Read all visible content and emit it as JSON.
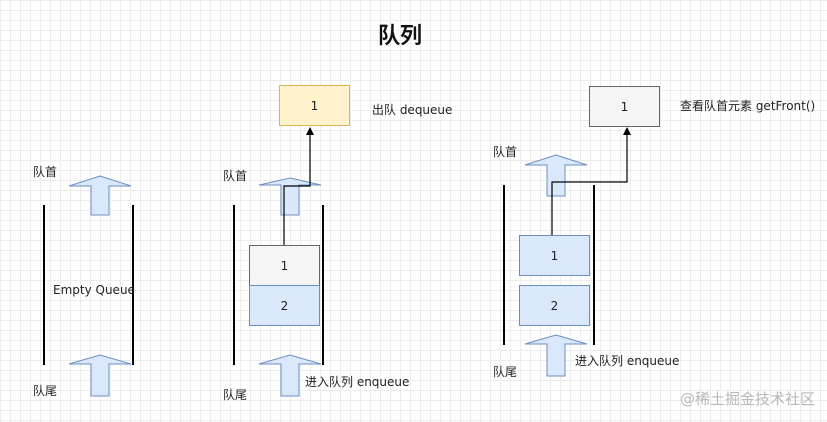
{
  "title": "队列",
  "panels": {
    "empty": {
      "head_label": "队首",
      "tail_label": "队尾",
      "center_text": "Empty Queue"
    },
    "dequeue": {
      "head_label": "队首",
      "tail_label": "队尾",
      "out_item": "1",
      "out_label": "出队 dequeue",
      "items": [
        "1",
        "2"
      ],
      "in_label": "进入队列 enqueue"
    },
    "front": {
      "head_label": "队首",
      "tail_label": "队尾",
      "peek_item": "1",
      "peek_label": "查看队首元素 getFront()",
      "items": [
        "1",
        "2"
      ],
      "in_label": "进入队列 enqueue"
    }
  },
  "watermark": "@稀土掘金技术社区",
  "colors": {
    "arrow_fill": "#dae8fc",
    "arrow_stroke": "#6c8ebf",
    "item_blue": "#dae8fc",
    "item_gray": "#f5f5f5",
    "item_yellow": "#fff2cc"
  }
}
